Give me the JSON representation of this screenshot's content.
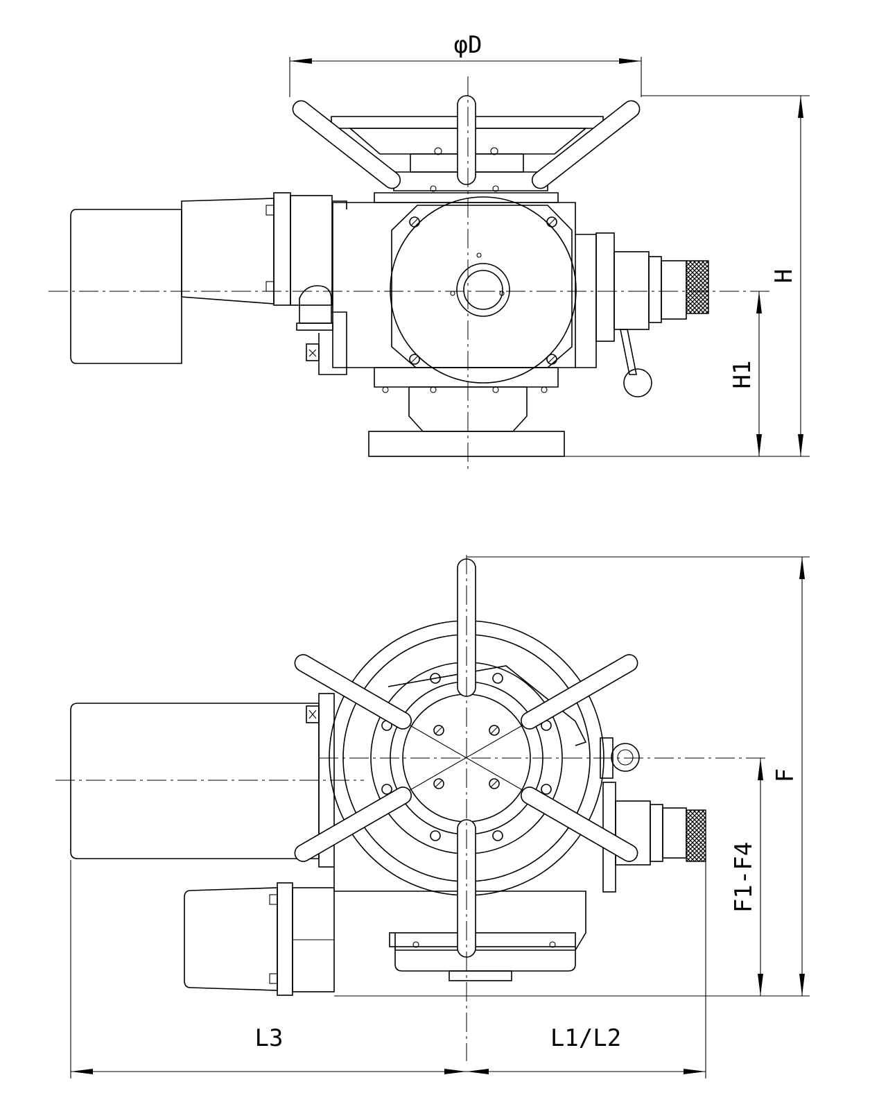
{
  "labels": {
    "phi_d": "φD",
    "h": "H",
    "h1": "H1",
    "f": "F",
    "f1_f4": "F1-F4",
    "l3": "L3",
    "l1_l2": "L1/L2"
  }
}
